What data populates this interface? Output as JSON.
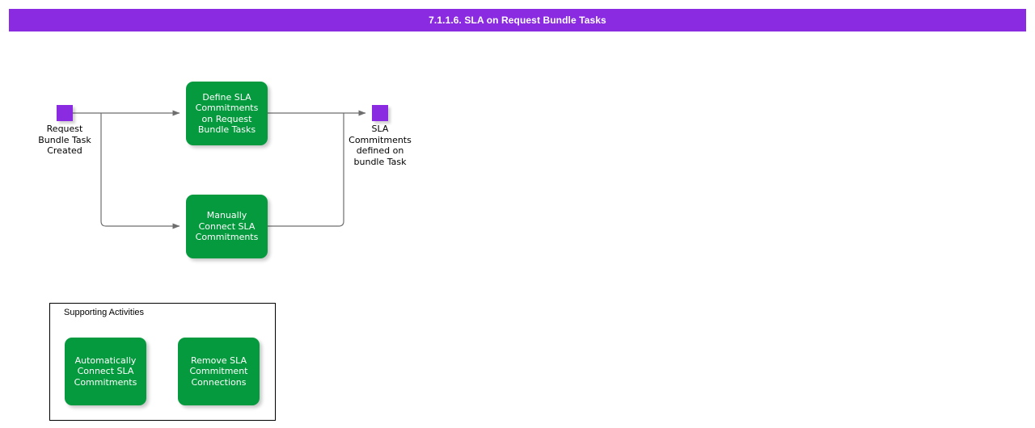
{
  "title_bar": {
    "text": "7.1.1.6. SLA on Request Bundle Tasks",
    "background_color": "#8A2BE2",
    "text_color": "#FFFFFF"
  },
  "diagram": {
    "type": "activity-flow",
    "colors": {
      "event": "#8A2BE2",
      "activity": "#069A3E",
      "activity_text": "#FFFFFF",
      "connector": "#6E6E6E",
      "panel_border": "#000000"
    },
    "start_event": {
      "name": "request-bundle-task-created",
      "label": "Request\nBundle Task\nCreated"
    },
    "end_event": {
      "name": "sla-commitments-defined-on-bundle-task",
      "label": "SLA\nCommitments\ndefined on\nbundle Task"
    },
    "activities": [
      {
        "name": "define-sla-commitments-on-request-bundle-tasks",
        "label": "Define SLA\nCommitments\non Request\nBundle Tasks"
      },
      {
        "name": "manually-connect-sla-commitments",
        "label": "Manually\nConnect SLA\nCommitments"
      }
    ]
  },
  "supporting_activities": {
    "title": "Supporting Activities",
    "items": [
      {
        "name": "automatically-connect-sla-commitments",
        "label": "Automatically\nConnect SLA\nCommitments"
      },
      {
        "name": "remove-sla-commitment-connections",
        "label": "Remove SLA\nCommitment\nConnections"
      }
    ]
  }
}
